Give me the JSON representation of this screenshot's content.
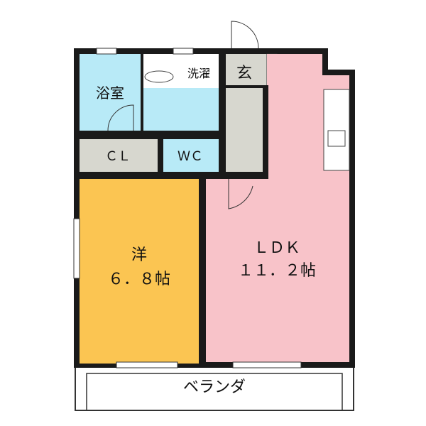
{
  "floorplan": {
    "rooms": {
      "bath": {
        "label": "浴室",
        "color": "#b8eaf7"
      },
      "washer": {
        "label": "洗濯",
        "color": "#ffffff"
      },
      "entrance": {
        "label": "玄",
        "color": "#d7d7cf"
      },
      "closet": {
        "label": "ＣＬ",
        "color": "#d7d7cf"
      },
      "wc": {
        "label": "ＷＣ",
        "color": "#b8eaf7"
      },
      "western": {
        "label": "洋",
        "area": "６．８帖",
        "color": "#fbc552"
      },
      "ldk": {
        "label": "ＬＤＫ",
        "area": "１１．２帖",
        "color": "#f8c3c9"
      },
      "balcony": {
        "label": "ベランダ",
        "color": "#ffffff"
      }
    },
    "colors": {
      "wall": "#1a1a1a",
      "fixture": "#d7d7cf"
    }
  }
}
